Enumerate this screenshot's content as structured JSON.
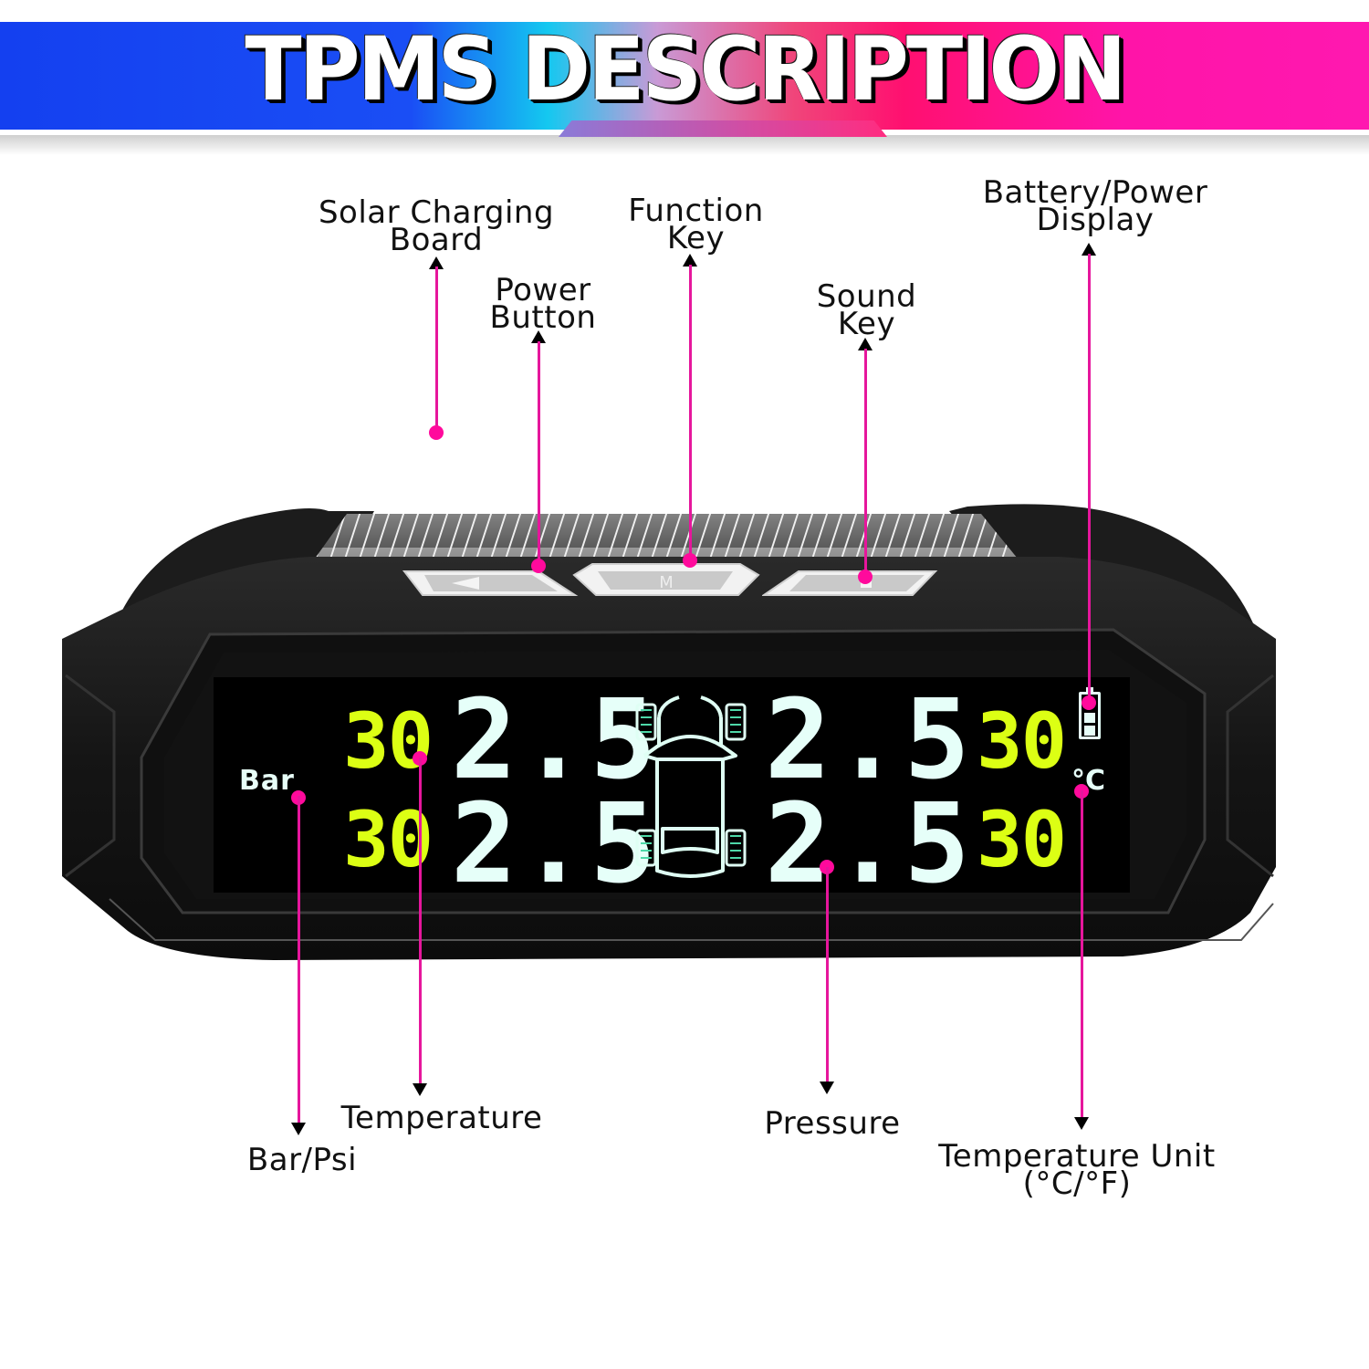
{
  "header": {
    "title": "TPMS DESCRIPTION"
  },
  "colors": {
    "banner_left": "#1440f0",
    "banner_right": "#ff18b0",
    "leader_line": "#e6169c",
    "leader_dot": "#ff0a9c",
    "temperature_digits": "#dcff14",
    "pressure_digits": "#e6fff9",
    "device_body": "#141414"
  },
  "callouts": {
    "top": [
      {
        "id": "solar",
        "label_line1": "Solar Charging",
        "label_line2": "Board"
      },
      {
        "id": "power",
        "label_line1": "Power",
        "label_line2": "Button"
      },
      {
        "id": "function",
        "label_line1": "Function",
        "label_line2": "Key"
      },
      {
        "id": "sound",
        "label_line1": "Sound",
        "label_line2": "Key"
      },
      {
        "id": "battery",
        "label_line1": "Battery/Power",
        "label_line2": "Display"
      }
    ],
    "bottom": [
      {
        "id": "barpsi",
        "label_line1": "Bar/Psi"
      },
      {
        "id": "temperature",
        "label_line1": "Temperature"
      },
      {
        "id": "pressure",
        "label_line1": "Pressure"
      },
      {
        "id": "tempunit",
        "label_line1": "Temperature Unit",
        "label_line2": "(°C/°F)"
      }
    ]
  },
  "display": {
    "pressure_unit": "Bar",
    "temperature_unit": "°C",
    "front_left": {
      "temperature": "30",
      "pressure": "2.5"
    },
    "rear_left": {
      "temperature": "30",
      "pressure": "2.5"
    },
    "front_right": {
      "temperature": "30",
      "pressure": "2.5"
    },
    "rear_right": {
      "temperature": "30",
      "pressure": "2.5"
    },
    "icons": [
      "car-top-view-icon",
      "battery-icon"
    ]
  }
}
